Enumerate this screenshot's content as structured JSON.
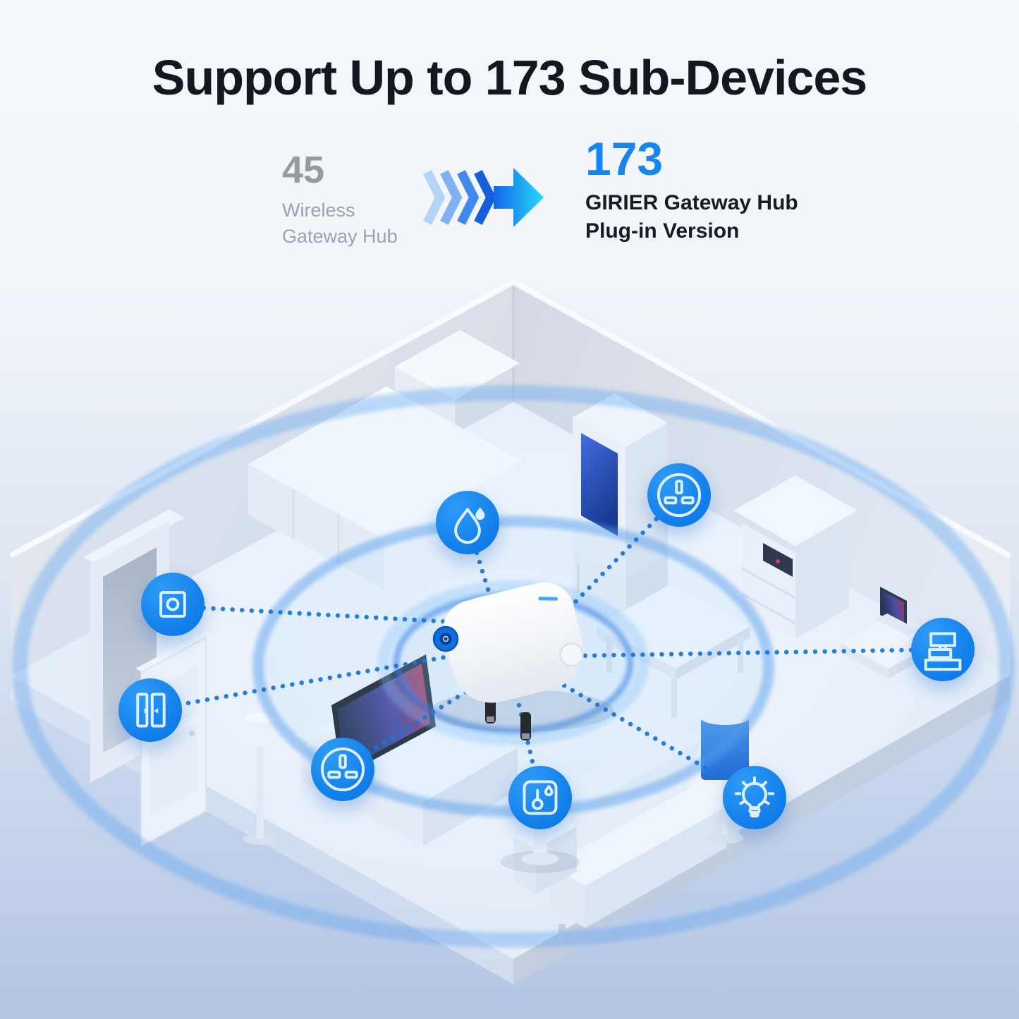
{
  "header": {
    "title": "Support Up to 173 Sub-Devices"
  },
  "comparison": {
    "before": {
      "value": "45",
      "label_line1": "Wireless",
      "label_line2": "Gateway Hub"
    },
    "after": {
      "value": "173",
      "label_line1": "GIRIER Gateway Hub",
      "label_line2": "Plug-in Version"
    }
  },
  "colors": {
    "accent_blue": "#1586f0",
    "arrow_cyan": "#27d9fc",
    "arrow_deep_blue": "#1467e8",
    "number_gray": "#97999e",
    "label_gray": "#9aa3ac",
    "title_color": "#16161e",
    "ring_blue": "#4a9df0",
    "dotted_line_blue": "#1b76da",
    "icon_circle_blue": "#0f7ce8",
    "lamp_shade_blue": "#1c7de0"
  },
  "scene": {
    "hub": {
      "name": "gateway-hub-plug-in-device",
      "led": "blue-status-led",
      "signal_rings": 3
    },
    "device_icons": [
      {
        "name": "smart-button-icon"
      },
      {
        "name": "door-window-sensor-icon"
      },
      {
        "name": "water-leak-sensor-icon"
      },
      {
        "name": "power-socket-icon-top"
      },
      {
        "name": "power-socket-icon-tv"
      },
      {
        "name": "temperature-humidity-sensor-icon"
      },
      {
        "name": "light-bulb-icon"
      },
      {
        "name": "smart-relay-icon"
      }
    ]
  }
}
